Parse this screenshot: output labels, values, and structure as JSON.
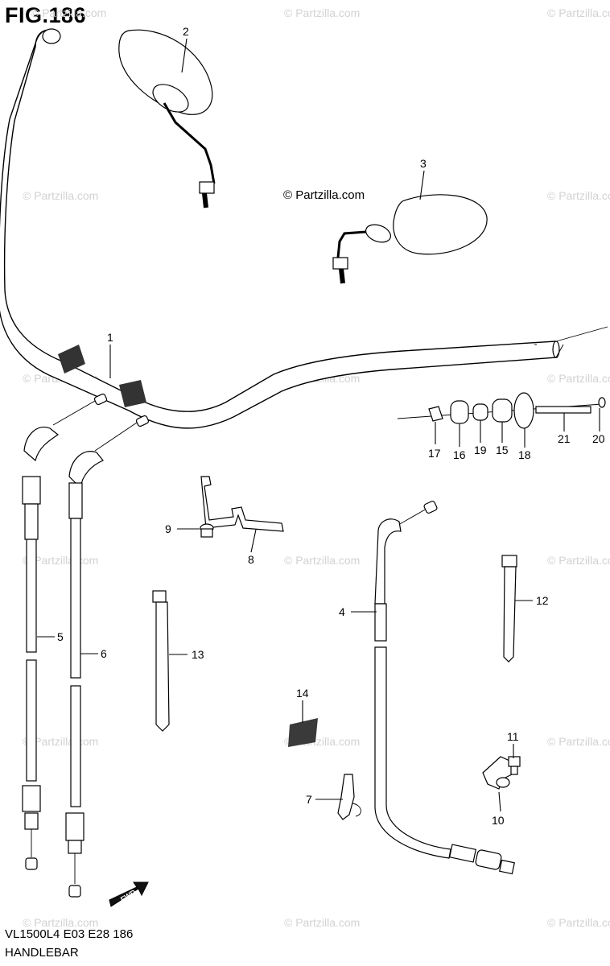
{
  "figure": {
    "title": "FIG.186"
  },
  "footer": {
    "model_code": "VL1500L4  E03  E28  186",
    "section_name": "HANDLEBAR"
  },
  "watermark": {
    "text": "© Partzilla.com",
    "overlay_text": "© Partzilla.com"
  },
  "callouts": {
    "p1": "1",
    "p2": "2",
    "p3": "3",
    "p4": "4",
    "p5": "5",
    "p6": "6",
    "p7": "7",
    "p8": "8",
    "p9": "9",
    "p10": "10",
    "p11": "11",
    "p12": "12",
    "p13": "13",
    "p14": "14",
    "p15": "15",
    "p16": "16",
    "p17": "17",
    "p18": "18",
    "p19": "19",
    "p20": "20",
    "p21": "21"
  },
  "fwd_arrow": {
    "label": "FWD"
  }
}
